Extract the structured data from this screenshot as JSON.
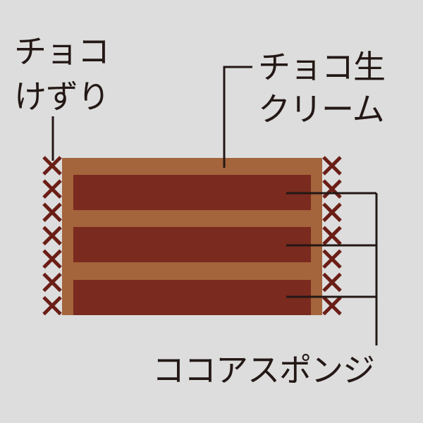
{
  "labels": {
    "shavings_line1": "チョコ",
    "shavings_line2": "けずり",
    "cream_line1": "チョコ生",
    "cream_line2": "クリーム",
    "sponge": "ココアスポンジ"
  },
  "colors": {
    "background": "#dddddd",
    "cream": "#a4643c",
    "sponge": "#7a2a1e",
    "shavings": "#6a1e16",
    "line": "#231815"
  }
}
